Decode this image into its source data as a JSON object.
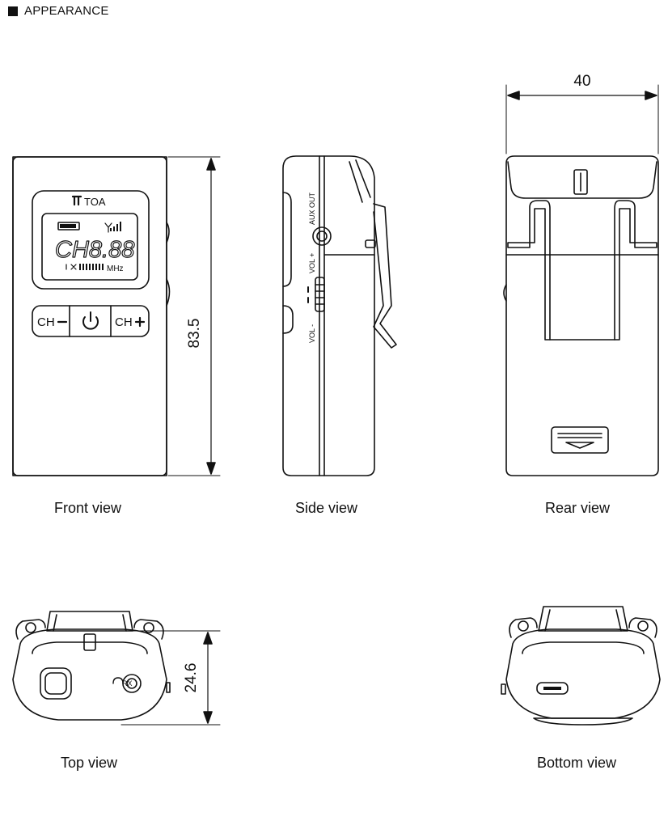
{
  "header": {
    "title": "APPEARANCE"
  },
  "captions": {
    "front": "Front view",
    "side": "Side view",
    "rear": "Rear view",
    "top": "Top view",
    "bottom": "Bottom view"
  },
  "dimensions": {
    "height": "83.5",
    "width": "40",
    "depth": "24.6"
  },
  "device_labels": {
    "brand": "TOA",
    "lcd_channel": "CH8.88",
    "lcd_unit": "MHz",
    "button_ch_minus": "CH",
    "button_ch_plus": "CH",
    "aux_out": "AUX OUT",
    "vol_plus": "VOL +",
    "vol_minus": "VOL -",
    "rx": "RX"
  }
}
